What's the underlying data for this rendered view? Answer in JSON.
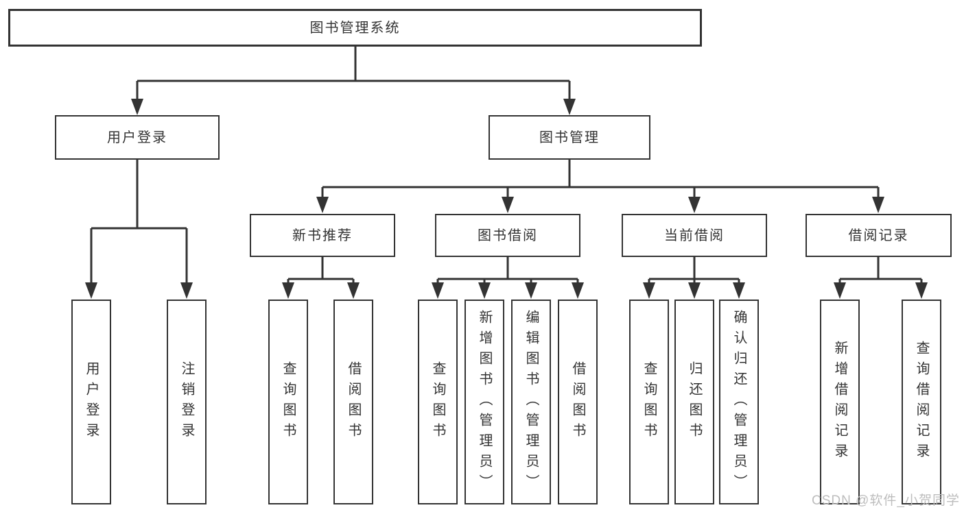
{
  "meta": {
    "watermark": "CSDN @软件_小贺同学"
  },
  "colors": {
    "line": "#333333",
    "text": "#333333",
    "watermark": "#bdbdbd",
    "bg": "#ffffff"
  },
  "tree": {
    "root": {
      "label": "图书管理系统"
    },
    "branches": [
      {
        "label": "用户登录",
        "children": [
          {
            "label": "用户登录"
          },
          {
            "label": "注销登录"
          }
        ]
      },
      {
        "label": "图书管理",
        "groups": [
          {
            "label": "新书推荐",
            "children": [
              {
                "label": "查询图书"
              },
              {
                "label": "借阅图书"
              }
            ]
          },
          {
            "label": "图书借阅",
            "children": [
              {
                "label": "查询图书"
              },
              {
                "label": "新增图书（管理员）"
              },
              {
                "label": "编辑图书（管理员）"
              },
              {
                "label": "借阅图书"
              }
            ]
          },
          {
            "label": "当前借阅",
            "children": [
              {
                "label": "查询图书"
              },
              {
                "label": "归还图书"
              },
              {
                "label": "确认归还（管理员）"
              }
            ]
          },
          {
            "label": "借阅记录",
            "children": [
              {
                "label": "新增借阅记录"
              },
              {
                "label": "查询借阅记录"
              }
            ]
          }
        ]
      }
    ]
  }
}
